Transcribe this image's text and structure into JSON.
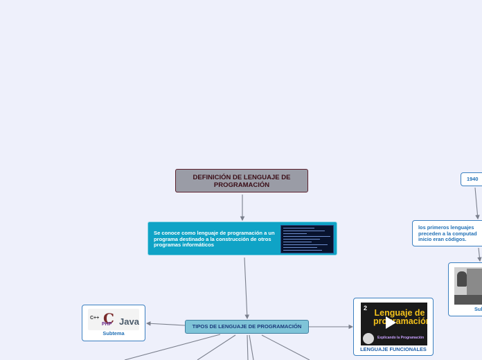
{
  "diagram": {
    "root": {
      "label": "DEFINICIÓN DE LENGUAJE DE PROGRAMACIÓN"
    },
    "definition": {
      "text": "Se conoce como lenguaje de programación a un programa destinado a la construcción de otros programas informáticos",
      "image": "code-screen-image"
    },
    "tipos": {
      "label": "TIPOS DE LENGUAJE DE PROGRAMACIÓN"
    },
    "subtema_left": {
      "caption": "Subtema",
      "image": {
        "letter": "C",
        "java": "Java",
        "php": "PHP",
        "cpp": "C++"
      }
    },
    "funcionales": {
      "caption": "LENGUAJE FUNCIONALES",
      "video": {
        "number": "2",
        "title": "Lenguaje de programación",
        "subtitle": "Explicando la Programación"
      }
    },
    "year": {
      "label": "1940"
    },
    "primeros": {
      "text": "los primeros lenguajes preceden a la computad inicio eran códigos."
    },
    "subtema_right": {
      "caption": "Subte",
      "image": "people-computer-photo"
    },
    "colors": {
      "background": "#eef0fb",
      "root_fill": "#9a9ca6",
      "definition_fill": "#0fa3c6",
      "tipos_fill": "#7fc4d8",
      "card_border": "#3a7fc0",
      "connector": "#7a7f8c"
    }
  }
}
